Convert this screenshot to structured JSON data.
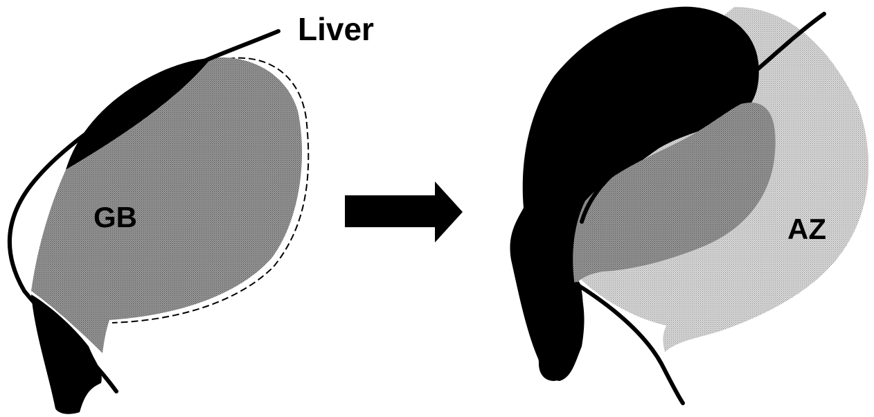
{
  "labels": {
    "liver": "Liver",
    "gallbladder": "GB",
    "after_region": "AZ"
  },
  "colors": {
    "background": "#ffffff",
    "ink": "#000000",
    "gb_fill_base": "#8c8c8c",
    "az_fill_base": "#cfcfcf"
  }
}
